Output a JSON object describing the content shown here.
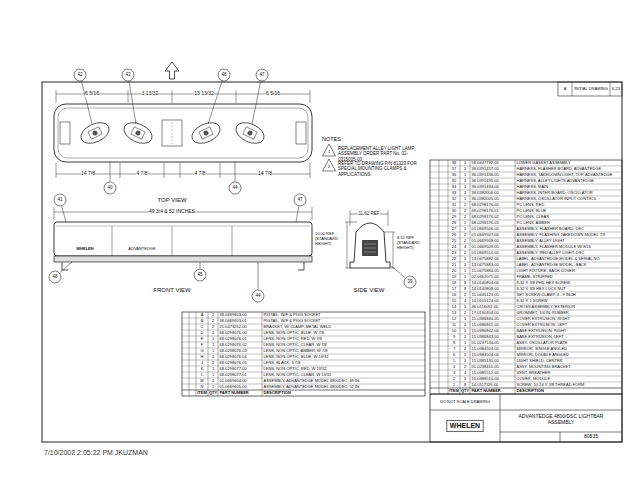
{
  "diagram": {
    "labels": [
      "6 5/16",
      "3 13/32",
      "13 13/32",
      "6 5/16",
      "14 7/8",
      "4 7/8",
      "4 7/8",
      "14 7/8",
      "TOP VIEW",
      "49 3/4 & 52 INCHES",
      "FRONT VIEW",
      "11.62 REF",
      "10.00 REF (STANDARD HEIGHT)",
      "8.12 REF (STANDARD HEIGHT)",
      "SIDE VIEW",
      "NOTES:",
      "1",
      "REPLACEMENT ALLEY LIGHT LAMP ASSEMBLY ORDER PART No. 02-0315005-00",
      "2",
      "REFER TO DRAWING P/N 81323 FOR SPECIAL MOUNTING CLAMPS & APPLICATIONS",
      "42",
      "43",
      "46",
      "47",
      "40",
      "44",
      "41",
      "45",
      "47",
      "48",
      "44",
      "39",
      "WHELEN",
      "ADVANTEDGE",
      "7/10/2002 2:05:22 PM JKUZMAN",
      "WHELEN",
      "ADVANTEDGE 4800/DSC LIGHTBAR ASSEMBLY",
      "80535",
      "DO NOT SCALE DRAWING",
      "A",
      "INITIAL DRAWING",
      "6-23",
      "38",
      "1",
      "56-0447732-00",
      "LOWER GASKET ASSEMBLY",
      "37",
      "1",
      "36-0391437-00",
      "HARNESS, FLASHER BOARD, ADVANTEDGE",
      "36",
      "1",
      "36-0391436-00",
      "HARNESS, TAKEDOWN LIGHT, TOP, ADVANTEDGE",
      "35",
      "1",
      "36-0391435-00",
      "HARNESS, ALLEY LIGHTS ADVANTEDGE",
      "34",
      "1",
      "36-0391434-00",
      "HARNESS, MAIN",
      "33",
      "1",
      "36-0382006-00",
      "HARNESS, INTER BOARD, OSCILLATOR",
      "32",
      "1",
      "36-0382005-00",
      "HARNESS, OSCILLATOR INPUT CONTROL",
      "31",
      "2",
      "68-0298176-00",
      "PC LENS, RED",
      "30",
      "2",
      "68-0298176-01",
      "PC LENS, BLUE",
      "29",
      "2",
      "68-0298176-02",
      "PC LENS, CLEAR",
      "28",
      "2",
      "68-0298176-03",
      "PC LENS, AMBER",
      "27",
      "1",
      "01-0669506-00",
      "ASSEMBLY, FLASHER BOARD, DSC",
      "26",
      "2",
      "01-0669507-00",
      "ASSEMBLY, FLASHING TAKEDOWN MODEL 7/8",
      "25",
      "2",
      "01-0669508-00",
      "ASSEMBLY, ALLEY LIGHT",
      "24",
      "4",
      "01-0669509-00",
      "ASSEMBLY, FLASHER MODULE W/ 8/16",
      "23",
      "2",
      "01-0669510-00",
      "ASSEMBLY, RED ALLEY LIGHT, DSC",
      "22",
      "1",
      "13-0475882-00",
      "LABEL, ADVANTEDGE MODEL & SERIAL NO.",
      "21",
      "1",
      "13-0475883-00",
      "LABEL, ADVANTEDGE MODEL, BACK",
      "20",
      "1",
      "15-0475884-00",
      "LIGHT FIXTURE, BACK COVER",
      "19",
      "1",
      "02-0462071-00",
      "FRAME, STRIPPED",
      "18",
      "8",
      "14-0140804-00",
      "8-32 X 3/8 PHIL HEX SCREW",
      "17",
      "8",
      "14-0140808-00",
      "8-32 X 3/8 HEX LOCK NUT",
      "16",
      "2",
      "15-0445123-00",
      "SET SCREW CLAMP, 4 - 9 INCH",
      "15",
      "4",
      "14-0105124-00",
      "8-32 X 1 SCREW",
      "14",
      "1",
      "46-0116092-00",
      "CROSS ASSEMBLY, EXTERIOR",
      "13",
      "2",
      "17-0160404-00",
      "GROMMET, 1/4 IN. RUBBER",
      "12",
      "1",
      "15-0386840-00",
      "COVER EXTRUSION, RIGHT",
      "11",
      "1",
      "15-0386841-00",
      "COVER EXTRUSION, LEFT",
      "10",
      "1",
      "15-0386842-00",
      "BASE EXTRUSION, RIGHT",
      "9",
      "1",
      "15-0386843-00",
      "BASE EXTRUSION, LEFT",
      "8",
      "1",
      "01-0237134-00",
      "ASSY. OSCILLATOR PLATE",
      "7",
      "2",
      "15-0384503-00",
      "MIRROR, SINGLE ANGLED",
      "6",
      "2",
      "15-0384504-00",
      "MIRROR, DOUBLE ANGLED",
      "5",
      "1",
      "15-0385130-00",
      "LIGHT SHIELD, CENTER",
      "4",
      "2",
      "01-0238410-00",
      "ASSY. MOUNTING BRACKET",
      "3",
      "4",
      "15-0385512-00",
      "VENT, BREATHER",
      "2",
      "1",
      "15-0388510-00",
      "COVER, MODULE",
      "1",
      "8",
      "14-0117126-00",
      "SCREW, 10-24 X 3/8 THREAD FORM",
      "ITEM",
      "QTY",
      "PART NUMBER",
      "DESCRIPTION",
      "A",
      "2",
      "38-0469603-00",
      "PIGTAIL, W/F & PIGG SOCKET",
      "B",
      "2",
      "38-0469603-01",
      "PIGTAIL, W/F & PIGG SOCKET",
      "C",
      "2",
      "20-0473252-00",
      "BRACKET, W/ CLAMP, METAL WELD",
      "D",
      "1",
      "68-0298076-00",
      "LENS, NON-OPTIC, BLUE, W 7/8",
      "E",
      "1",
      "68-0298076-01",
      "LENS, NON-OPTIC, RED, W 7/8",
      "F",
      "1",
      "68-0298076-02",
      "LENS, NON-OPTIC, CLEAR, W 7/8",
      "G",
      "1",
      "68-0298076-03",
      "LENS, NON-OPTIC, AMBER, W 7/8",
      "H",
      "1",
      "68-0298076-04",
      "LENS, NON-OPTIC, BLUE, W 13/32",
      "J",
      "2",
      "68-0298076-05",
      "LENS, BLACK, 3 7/8",
      "K",
      "1",
      "68-0298077-00",
      "LENS, NON-OPTIC, RED, W 13/32",
      "L",
      "1",
      "68-0298077-01",
      "LENS, NON-OPTIC, CLEAR, W 13/32",
      "M",
      "1",
      "01-0669604-00",
      "ASSEMBLY, ADVANTEDGE MODEL 4800DSC, 49 IN.",
      "N",
      "1",
      "01-0669605-00",
      "ASSEMBLY, ADVANTEDGE MODEL 4800DSC, 52 IN.",
      "ITEM",
      "QTY",
      "PART NUMBER",
      "DESCRIPTION"
    ]
  }
}
